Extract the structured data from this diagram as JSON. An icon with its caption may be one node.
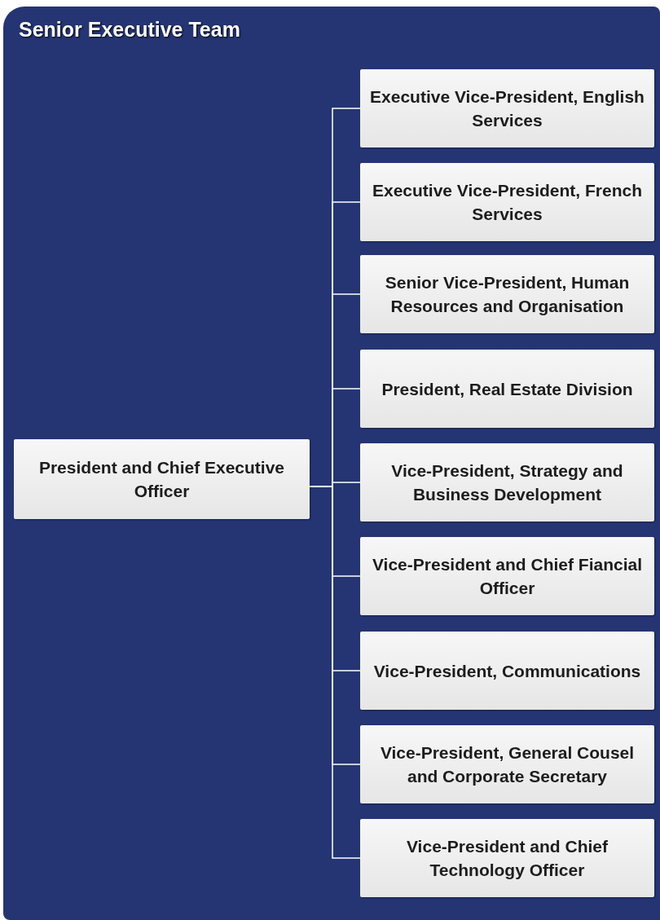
{
  "diagram": {
    "nodes": [
      {
        "text": [
          "Senior Executive Team"
        ]
      },
      {
        "text": [
          "President and Chief Executive Officer"
        ],
        "in": 0
      },
      {
        "text": [
          "Executive Vice-President, English Services"
        ],
        "in": 0
      },
      {
        "text": [
          "Executive Vice-President, French Services"
        ],
        "in": 0
      },
      {
        "text": [
          "Senior Vice-President, Human Resources and Organisation"
        ],
        "in": 0
      },
      {
        "text": [
          "President, Real Estate Division"
        ],
        "in": 0
      },
      {
        "text": [
          "Vice-President, Strategy and Business Development"
        ],
        "in": 0
      },
      {
        "text": [
          "Vice-President and Chief Fiancial Officer"
        ],
        "in": 0
      },
      {
        "text": [
          "Vice-President, Communications"
        ],
        "in": 0
      },
      {
        "text": [
          "Vice-President, General Cousel and Corporate Secretary"
        ],
        "in": 0
      },
      {
        "text": [
          "Vice-President and Chief Technology Officer"
        ],
        "in": 0
      }
    ],
    "edges": [
      {
        "from": 1,
        "to": 2,
        "arrow": "none"
      },
      {
        "from": 1,
        "to": 3,
        "arrow": "none"
      },
      {
        "from": 1,
        "to": 4,
        "arrow": "none"
      },
      {
        "from": 1,
        "to": 5,
        "arrow": "none"
      },
      {
        "from": 1,
        "to": 6,
        "arrow": "none"
      },
      {
        "from": 1,
        "to": 7,
        "arrow": "none"
      },
      {
        "from": 1,
        "to": 8,
        "arrow": "none"
      },
      {
        "from": 1,
        "to": 9,
        "arrow": "none"
      },
      {
        "from": 1,
        "to": 10,
        "arrow": "none"
      }
    ]
  }
}
